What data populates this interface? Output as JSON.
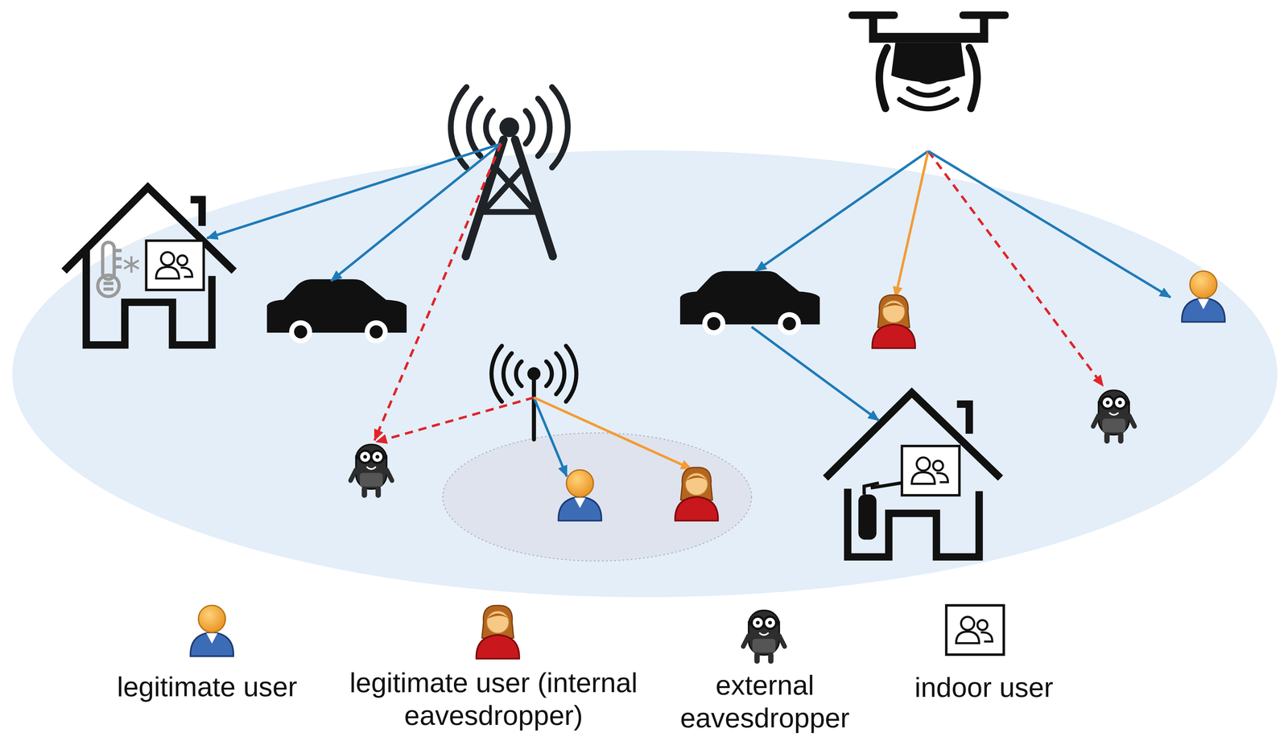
{
  "diagram": {
    "legend": [
      {
        "text": "legitimate user"
      },
      {
        "text": "legitimate user (internal eavesdropper)"
      },
      {
        "text": "external eavesdropper"
      },
      {
        "text": "indoor user"
      }
    ]
  }
}
